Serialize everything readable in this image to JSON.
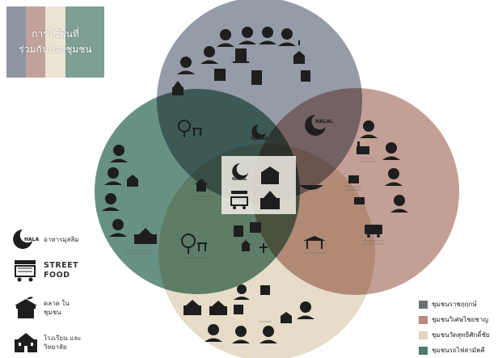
{
  "title": {
    "line1": "การใช้พื้นที่",
    "line2": "ร่วมกันของชุมชน",
    "stripes": [
      "#8f96a2",
      "#c2a39b",
      "#ece4d2",
      "#7e9f95"
    ]
  },
  "left_legend": [
    {
      "icon": "halal-icon",
      "label": "อาหารมุสลิม"
    },
    {
      "icon": "street-food-cart-icon",
      "label": "STREET FOOD"
    },
    {
      "icon": "market-icon",
      "label": "ตลาด ในชุมชน"
    },
    {
      "icon": "school-icon",
      "label": "โรงเรียน และวิทยาลัย"
    }
  ],
  "right_legend": [
    {
      "label": "ชุมชนราชฤฤกษ์",
      "color": "#6b6f76"
    },
    {
      "label": "ชุมชนวิเศษไชยชาญ",
      "color": "#b98a7f"
    },
    {
      "label": "ชุมชนวัดสุทธิศักดิ์ชัย",
      "color": "#e3d6bb"
    },
    {
      "label": "ชุมชนรถไฟสามัคคี",
      "color": "#4f7a6c"
    }
  ],
  "circles": {
    "top": {
      "color": "#8f96a2"
    },
    "right": {
      "color": "#c19a90"
    },
    "bottom": {
      "color": "#e2d6bd"
    },
    "left": {
      "color": "#5f8b7c"
    }
  },
  "icons": {
    "halal_text": "HALAL"
  }
}
